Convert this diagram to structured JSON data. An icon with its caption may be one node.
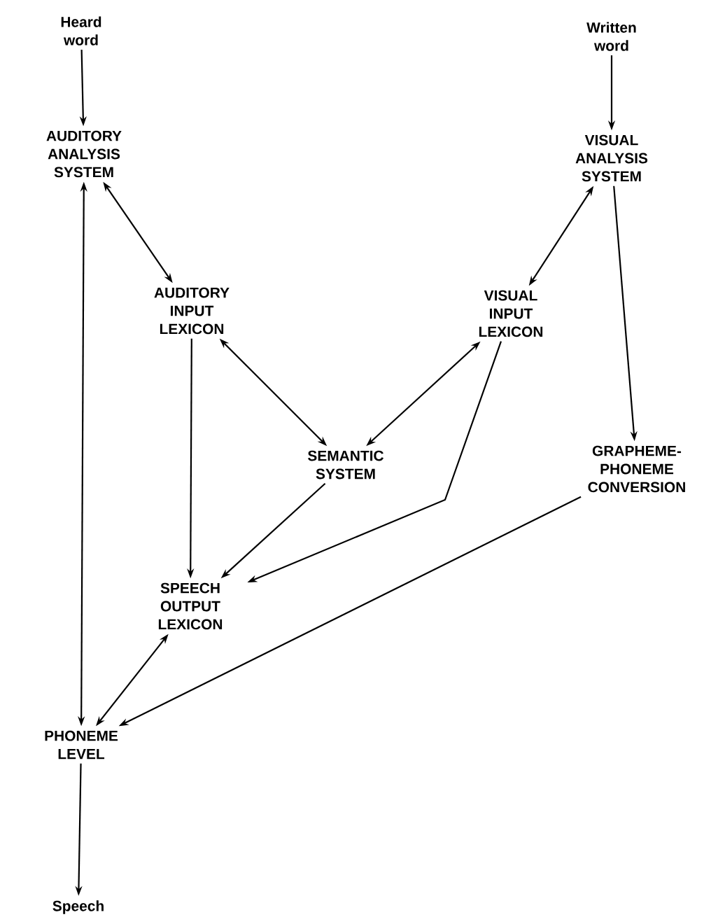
{
  "diagram": {
    "nodes": [
      {
        "text": [
          "Heard word"
        ]
      },
      {
        "text": [
          "Written word"
        ]
      },
      {
        "text": [
          "AUDITORY ANALYSIS SYSTEM"
        ]
      },
      {
        "text": [
          "VISUAL ANALYSIS SYSTEM"
        ]
      },
      {
        "text": [
          "AUDITORY INPUT LEXICON"
        ]
      },
      {
        "text": [
          "VISUAL INPUT LEXICON"
        ]
      },
      {
        "text": [
          "SEMANTIC SYSTEM"
        ]
      },
      {
        "text": [
          "GRAPHEME-PHONEME CONVERSION"
        ]
      },
      {
        "text": [
          "SPEECH OUTPUT LEXICON"
        ]
      },
      {
        "text": [
          "PHONEME LEVEL"
        ]
      },
      {
        "text": [
          "Speech"
        ]
      }
    ],
    "edges": [
      {
        "from": 0,
        "to": 2,
        "arrow": "to"
      },
      {
        "from": 1,
        "to": 3,
        "arrow": "to"
      },
      {
        "from": 9,
        "to": 2,
        "arrow": "both"
      },
      {
        "from": 2,
        "to": 4,
        "arrow": "both"
      },
      {
        "from": 3,
        "to": 5,
        "arrow": "both"
      },
      {
        "from": 3,
        "to": 7,
        "arrow": "to"
      },
      {
        "from": 4,
        "to": 8,
        "arrow": "to"
      },
      {
        "from": 4,
        "to": 6,
        "arrow": "both"
      },
      {
        "from": 5,
        "to": 6,
        "arrow": "both"
      },
      {
        "from": 5,
        "to": 8,
        "arrow": "to"
      },
      {
        "from": 6,
        "to": 8,
        "arrow": "to"
      },
      {
        "from": 7,
        "to": 9,
        "arrow": "to"
      },
      {
        "from": 8,
        "to": 9,
        "arrow": "both"
      },
      {
        "from": 9,
        "to": 10,
        "arrow": "to"
      }
    ]
  }
}
